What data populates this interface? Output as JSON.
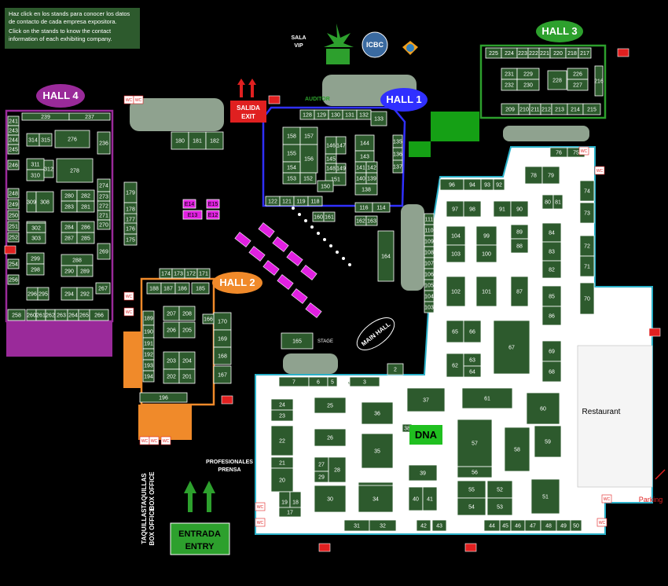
{
  "info": {
    "es": "Haz click en los stands para conocer los datos de contacto de cada empresa expositora.",
    "en": "Click on the stands to know the contact information of each exhibiting company."
  },
  "halls": {
    "hall1": "HALL 1",
    "hall2": "HALL 2",
    "hall3": "HALL 3",
    "hall4": "HALL 4",
    "main": "MAIN HALL"
  },
  "labels": {
    "sala_vip_1": "SALA",
    "sala_vip_2": "VIP",
    "salida_1": "SALIDA",
    "salida_2": "EXIT",
    "auditor": "AUDITOR",
    "stage": "STAGE",
    "restaurant": "Restaurant",
    "parking": "Parking",
    "profesionales": "PROFESIONALES",
    "prensa": "PRENSA",
    "taquillas_1": "TAQUILLAS",
    "taquillas_2": "BOX OFFICE",
    "taquillas_3": "TAQUILLAS",
    "taquillas_4": "BOX OFFICE",
    "entrada": "ENTRADA",
    "entry": "ENTRY",
    "icbc": "ICBC",
    "dna": "DNA",
    "wc": "WC"
  },
  "colors": {
    "stand": "#2d5a2d",
    "hall1_border": "#3030ff",
    "hall2_border": "#f08a2a",
    "hall3_border": "#2da02d",
    "hall4_border": "#9a2a9a",
    "main_border": "#2ab0c8",
    "exit_red": "#e02020",
    "entry_green": "#2da02d",
    "stairs_orange": "#f08a2a",
    "purple_block": "#9a2a9a",
    "magenta": "#e020e0"
  }
}
